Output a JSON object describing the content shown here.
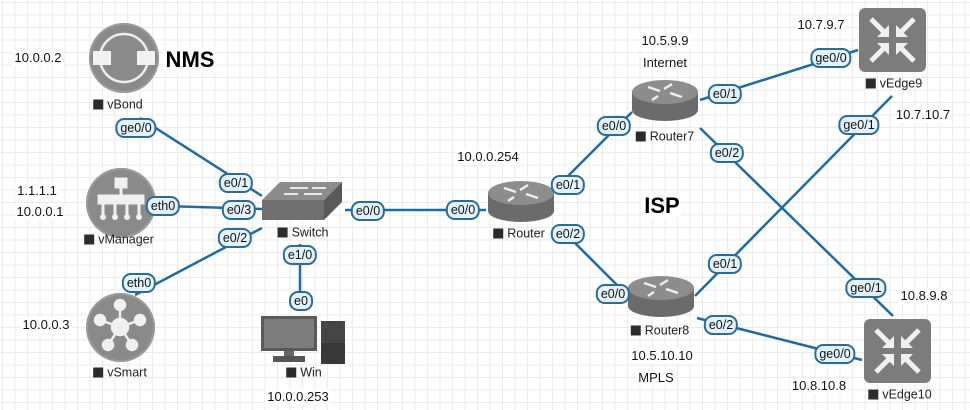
{
  "diagram": {
    "annotations": {
      "nms": "NMS",
      "isp": "ISP"
    },
    "nodes": {
      "vbond": {
        "name": "vBond",
        "ips": [
          "10.0.0.2"
        ]
      },
      "vmanager": {
        "name": "vManager",
        "ips": [
          "1.1.1.1",
          "10.0.0.1"
        ]
      },
      "vsmart": {
        "name": "vSmart",
        "ips": [
          "10.0.0.3"
        ]
      },
      "switch": {
        "name": "Switch"
      },
      "win": {
        "name": "Win",
        "ips": [
          "10.0.0.253"
        ]
      },
      "router": {
        "name": "Router",
        "ips": [
          "10.0.0.254"
        ]
      },
      "router7": {
        "name": "Router7",
        "ips": [
          "10.5.9.9"
        ],
        "role": "Internet"
      },
      "router8": {
        "name": "Router8",
        "ips": [
          "10.5.10.10"
        ],
        "role": "MPLS"
      },
      "vedge9": {
        "name": "vEdge9",
        "ips": [
          "10.7.9.7",
          "10.7.10.7"
        ]
      },
      "vedge10": {
        "name": "vEdge10",
        "ips": [
          "10.8.9.8",
          "10.8.10.8"
        ]
      }
    },
    "interfaces": {
      "vbond_ge00": "ge0/0",
      "vmanager_eth0": "eth0",
      "vsmart_eth0": "eth0",
      "switch_e01": "e0/1",
      "switch_e03": "e0/3",
      "switch_e02": "e0/2",
      "switch_e00": "e0/0",
      "switch_e10": "e1/0",
      "win_e0": "e0",
      "router_e00": "e0/0",
      "router_e01": "e0/1",
      "router_e02": "e0/2",
      "router7_e00": "e0/0",
      "router7_e01": "e0/1",
      "router7_e02": "e0/2",
      "router8_e00": "e0/0",
      "router8_e01": "e0/1",
      "router8_e02": "e0/2",
      "vedge9_ge00": "ge0/0",
      "vedge9_ge01": "ge0/1",
      "vedge10_ge00": "ge0/0",
      "vedge10_ge01": "ge0/1"
    },
    "links": [
      [
        "vBond ge0/0",
        "Switch e0/1"
      ],
      [
        "vManager eth0",
        "Switch e0/3"
      ],
      [
        "vSmart eth0",
        "Switch e0/2"
      ],
      [
        "Switch e1/0",
        "Win e0"
      ],
      [
        "Switch e0/0",
        "Router e0/0"
      ],
      [
        "Router e0/1",
        "Router7 e0/0"
      ],
      [
        "Router e0/2",
        "Router8 e0/0"
      ],
      [
        "Router7 e0/1",
        "vEdge9 ge0/0"
      ],
      [
        "Router7 e0/2",
        "vEdge10 ge0/1"
      ],
      [
        "Router8 e0/1",
        "vEdge9 ge0/1"
      ],
      [
        "Router8 e0/2",
        "vEdge10 ge0/0"
      ]
    ],
    "link_color": "#1f6aa5"
  }
}
